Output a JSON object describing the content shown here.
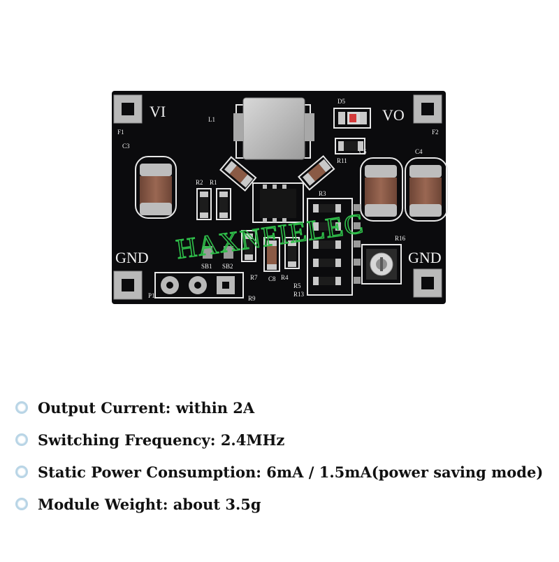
{
  "board": {
    "labels": {
      "vi": "VI",
      "vo": "VO",
      "gnd_left": "GND",
      "gnd_right": "GND",
      "f1": "F1",
      "f2": "F2",
      "c3": "C3",
      "c5": "C5",
      "c4": "C4",
      "d5": "D5",
      "l1": "L1",
      "r2": "R2",
      "r1": "R1",
      "r3": "R3",
      "r7": "R7",
      "c8": "C8",
      "r4": "R4",
      "r5": "R5",
      "r11": "R11",
      "r16": "R16",
      "sb1": "SB1",
      "sb2": "SB2",
      "p1": "P1",
      "r13": "R13",
      "r9": "R9"
    },
    "watermark": "HAXNFIELEC",
    "colors": {
      "pcb": "#0b0b0d",
      "silkscreen": "#f2f2f2",
      "pad": "#b9b9b9",
      "capacitor": "#8a5a45",
      "watermark": "#2fbf4a"
    }
  },
  "specs": [
    {
      "text": "Output Current: within 2A"
    },
    {
      "text": "Switching Frequency: 2.4MHz"
    },
    {
      "text": "Static Power Consumption: 6mA / 1.5mA(power saving mode)"
    },
    {
      "text": "Module Weight: about 3.5g"
    }
  ],
  "icons": {
    "bullet": "circle-bullet-icon"
  }
}
